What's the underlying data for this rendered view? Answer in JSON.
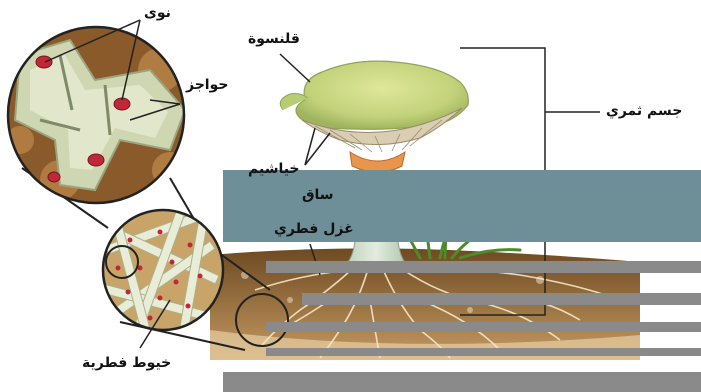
{
  "labels": {
    "nuclei": "نوى",
    "septa": "حواجز",
    "cap": "قلنسوة",
    "fruiting_body": "جسم ثمري",
    "gills": "خياشيم",
    "stalk": "ساق",
    "mycelium": "غزل فطري",
    "hyphae": "خيوط فطرية"
  },
  "colors": {
    "cap": "#c7d77a",
    "soil": "#8a5a2a",
    "cell_nucleus": "#c0283a",
    "hypha_wall": "#b9c5a3",
    "redaction_teal": "#6f8f98",
    "redaction_gray": "#8a8a8a"
  }
}
